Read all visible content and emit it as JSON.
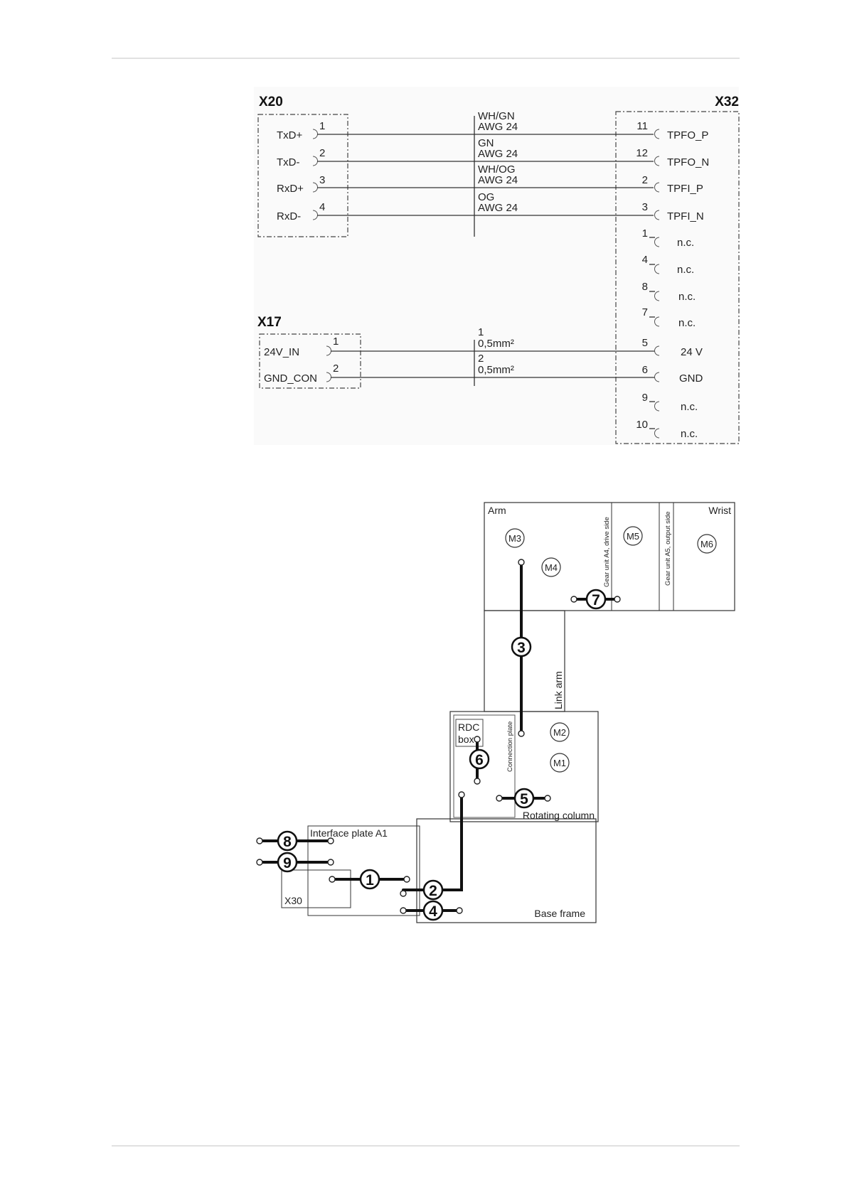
{
  "wiring": {
    "x20": {
      "title": "X20",
      "pins": [
        {
          "signal": "TxD+",
          "pin": "1"
        },
        {
          "signal": "TxD-",
          "pin": "2"
        },
        {
          "signal": "RxD+",
          "pin": "3"
        },
        {
          "signal": "RxD-",
          "pin": "4"
        }
      ]
    },
    "x17": {
      "title": "X17",
      "pins": [
        {
          "signal": "24V_IN",
          "pin": "1"
        },
        {
          "signal": "GND_CON",
          "pin": "2"
        }
      ]
    },
    "x32": {
      "title": "X32",
      "pins": [
        {
          "pin": "11",
          "signal": "TPFO_P"
        },
        {
          "pin": "12",
          "signal": "TPFO_N"
        },
        {
          "pin": "2",
          "signal": "TPFI_P"
        },
        {
          "pin": "3",
          "signal": "TPFI_N"
        },
        {
          "pin": "1",
          "signal": "n.c."
        },
        {
          "pin": "4",
          "signal": "n.c."
        },
        {
          "pin": "8",
          "signal": "n.c."
        },
        {
          "pin": "7",
          "signal": "n.c."
        },
        {
          "pin": "5",
          "signal": "24 V"
        },
        {
          "pin": "6",
          "signal": "GND"
        },
        {
          "pin": "9",
          "signal": "n.c."
        },
        {
          "pin": "10",
          "signal": "n.c."
        }
      ]
    },
    "data_wires": [
      {
        "color": "WH/GN",
        "gauge": "AWG 24"
      },
      {
        "color": "GN",
        "gauge": "AWG 24"
      },
      {
        "color": "WH/OG",
        "gauge": "AWG 24"
      },
      {
        "color": "OG",
        "gauge": "AWG 24"
      }
    ],
    "power_wires": [
      {
        "number": "1",
        "size": "0,5mm²"
      },
      {
        "number": "2",
        "size": "0,5mm²"
      }
    ]
  },
  "robot": {
    "zones": {
      "arm": "Arm",
      "wrist": "Wrist",
      "gear_a4": "Gear unit A4, drive side",
      "gear_a5": "Gear unit A5, output side",
      "link_arm": "Link arm",
      "connection_plate": "Connection plate",
      "rdc_line1": "RDC",
      "rdc_line2": "box",
      "rotating_column": "Rotating column",
      "interface_plate": "Interface plate A1",
      "x30": "X30",
      "base_frame": "Base frame"
    },
    "motors": [
      "M1",
      "M2",
      "M3",
      "M4",
      "M5",
      "M6"
    ],
    "cables": [
      "1",
      "2",
      "3",
      "4",
      "5",
      "6",
      "7",
      "8",
      "9"
    ]
  }
}
